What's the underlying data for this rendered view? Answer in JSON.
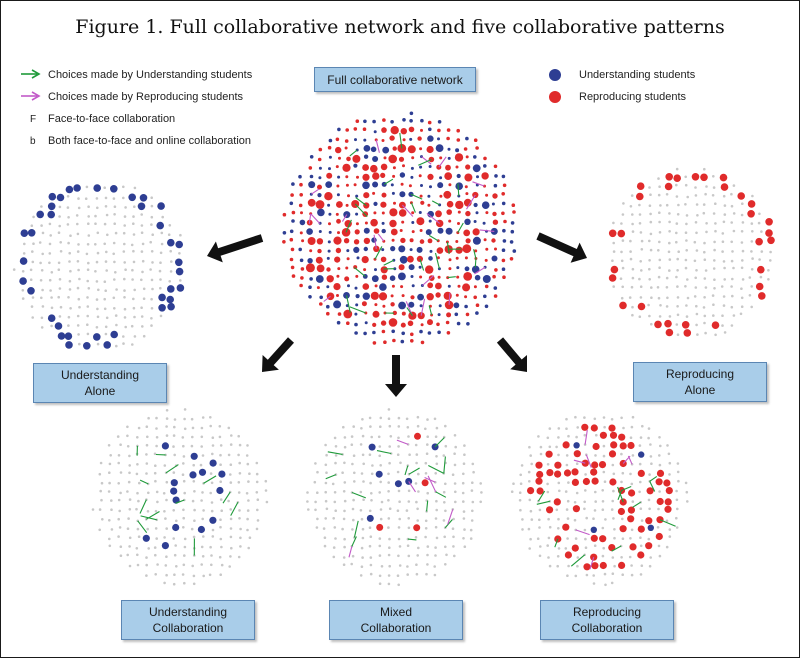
{
  "title": "Figure 1. Full collaborative network and five collaborative patterns",
  "legend": {
    "understanding_choices": "Choices made by Understanding students",
    "reproducing_choices": "Choices made by Reproducing students",
    "face_to_face_symbol": "F",
    "face_to_face": "Face-to-face collaboration",
    "both_symbol": "b",
    "both": "Both face-to-face and online collaboration",
    "understanding_students": "Understanding students",
    "reproducing_students": "Reproducing students"
  },
  "colors": {
    "understanding": "#2e3e93",
    "reproducing": "#e02b2b",
    "understanding_arrow": "#1f9a3a",
    "reproducing_arrow": "#c25ac8",
    "inactive_node": "#c8c8c8",
    "label_box": "#a9cde9"
  },
  "patterns": {
    "full": "Full collaborative network",
    "understanding_alone": [
      "Understanding",
      "Alone"
    ],
    "reproducing_alone": [
      "Reproducing",
      "Alone"
    ],
    "understanding_collaboration": [
      "Understanding",
      "Collaboration"
    ],
    "mixed_collaboration": [
      "Mixed",
      "Collaboration"
    ],
    "reproducing_collaboration": [
      "Reproducing",
      "Collaboration"
    ]
  }
}
